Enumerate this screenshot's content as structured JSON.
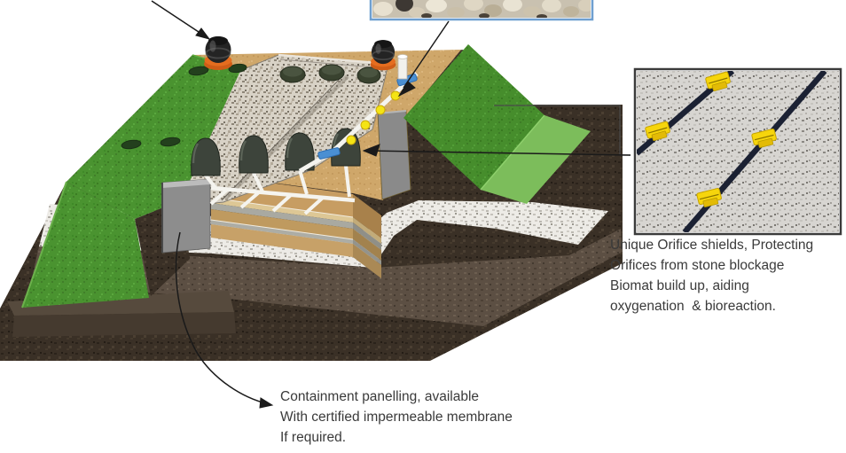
{
  "annotations": {
    "orifice_shields": {
      "lines": [
        "Unique Orifice shields, Protecting",
        "Orifices from stone blockage",
        "Biomat build up, aiding",
        "oxygenation  & bioreaction."
      ]
    },
    "containment": {
      "lines": [
        "Containment panelling, available",
        "With certified impermeable membrane",
        "If required."
      ]
    }
  },
  "insets": {
    "stones_photo": {
      "name": "stone-aggregate-photo",
      "border_color": "#6f9fd0"
    },
    "orifice_photo": {
      "name": "orifice-shields-photo",
      "border_color": "#3b3b3b",
      "pipe_color": "#1b2133",
      "shield_color": "#f6d50c"
    }
  },
  "diagram": {
    "subject": "3D cutaway of mounded percolation/drainage bed",
    "palette": {
      "grass": "#4a9330",
      "grass_light": "#7cbd5b",
      "gravel": "#d8d2c6",
      "white_gravel": "#edebe6",
      "sand": "#cfa76a",
      "soil_dark": "#3a3026",
      "soil_medium": "#5c4f43",
      "panel_gray": "#8d8d8d",
      "pipe_white": "#f5f4ef",
      "orifice_yellow": "#f4e414",
      "coupler_blue": "#4a8fd3",
      "vent_orange": "#d8601a",
      "arrow": "#1a1a1a",
      "text": "#3a3a3a",
      "background": "#ffffff"
    },
    "parts": [
      "grass-embankment",
      "vent-cowl",
      "vent-grille-slots",
      "gravel-bed",
      "inspection-domes",
      "sand-strata-cutaway",
      "distribution-pipe",
      "orifice-dots",
      "pipe-couplers",
      "vent-pipe",
      "containment-panel",
      "soil-terraces",
      "grass-mound"
    ]
  }
}
